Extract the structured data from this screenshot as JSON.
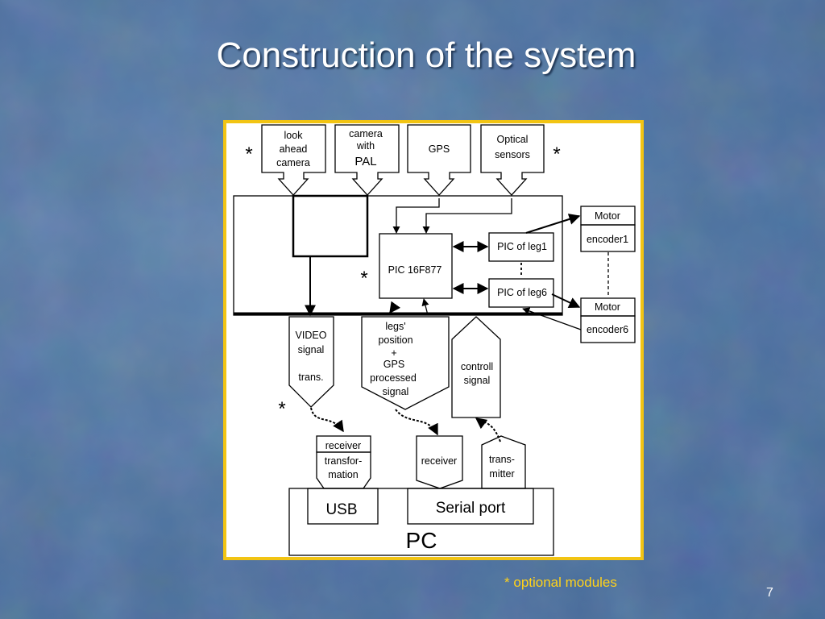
{
  "slide": {
    "title": "Construction of the system",
    "page_number": "7",
    "footnote": {
      "marker": "*",
      "text": "optional modules"
    }
  },
  "diagram": {
    "inputs": {
      "look_ahead_camera": [
        "look",
        "ahead",
        "camera"
      ],
      "camera_with_pal": [
        "camera",
        "with",
        "PAL"
      ],
      "gps": "GPS",
      "optical_sensors": [
        "Optical",
        "sensors"
      ]
    },
    "pic_main": "PIC 16F877",
    "pic_leg1": "PIC of leg1",
    "pic_leg6": "PIC of leg6",
    "motor1": "Motor",
    "encoder1": "encoder1",
    "motor6": "Motor",
    "encoder6": "encoder6",
    "video_signal": [
      "VIDEO",
      "signal",
      "",
      "trans."
    ],
    "legs_position": [
      "legs'",
      "position",
      "+",
      "GPS",
      "processed",
      "signal"
    ],
    "controll_signal": [
      "controll",
      "signal"
    ],
    "receiver_transformation": [
      "receiver",
      "transfor-",
      "mation"
    ],
    "receiver": "receiver",
    "transmitter": [
      "trans-",
      "mitter"
    ],
    "usb": "USB",
    "serial_port": "Serial port",
    "pc": "PC",
    "optional_marker": "*"
  },
  "colors": {
    "optional_marker": "#f0b800",
    "footnote": "#ffd21a",
    "frame": "#f2c413"
  }
}
